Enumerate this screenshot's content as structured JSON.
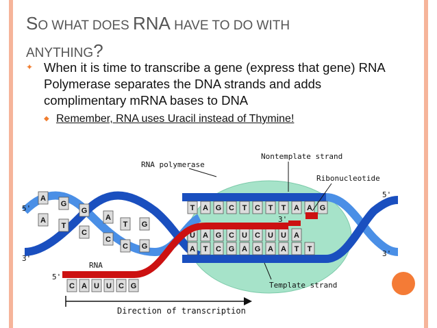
{
  "slide": {
    "title_line1_parts": [
      "S",
      "O WHAT DOES ",
      "RNA",
      " HAVE TO DO WITH"
    ],
    "title_line2_parts": [
      "ANYTHING",
      "?"
    ],
    "bullet1": "When it is time to transcribe a gene (express that gene) RNA Polymerase separates the DNA strands and adds complimentary mRNA bases to DNA",
    "bullet2": "Remember, RNA uses Uracil instead of Thymine!"
  },
  "diagram": {
    "labels": {
      "rna_polymerase": "RNA polymerase",
      "nontemplate_strand": "Nontemplate strand",
      "ribonucleotide": "Ribonucleotide",
      "template_strand": "Template strand",
      "rna": "RNA",
      "direction": "Direction of transcription",
      "five_prime": "5'",
      "three_prime": "3'"
    },
    "top_strand_bases": [
      "T",
      "A",
      "G",
      "C",
      "T",
      "C",
      "T",
      "T",
      "A",
      "A",
      "G"
    ],
    "bottom_strand_bases": [
      "A",
      "T",
      "C",
      "G",
      "A",
      "G",
      "A",
      "A",
      "T",
      "T"
    ],
    "rna_bases_in_bubble": [
      "U",
      "A",
      "G",
      "C",
      "U",
      "C",
      "U",
      "U",
      "A"
    ],
    "rna_tail_bases": [
      "C",
      "A",
      "U",
      "U",
      "C",
      "G"
    ],
    "left_top_bases": [
      "A",
      "G",
      "G",
      "A",
      "T",
      "G"
    ],
    "left_bottom_bases": [
      "A",
      "T",
      "C",
      "C",
      "C",
      "G"
    ],
    "colors": {
      "dna_dark": "#1a4fbf",
      "dna_light": "#4a8fe6",
      "rna": "#cc1111",
      "polymerase": "#9fe0c4",
      "accent": "#f07d2f"
    }
  }
}
